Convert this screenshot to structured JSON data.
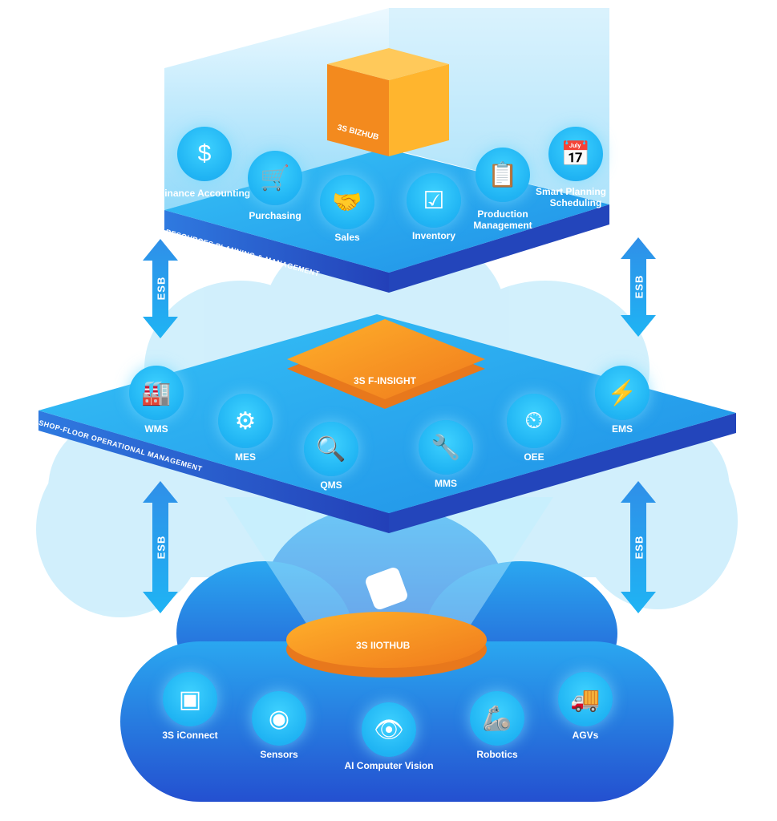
{
  "colors": {
    "accent_orange": "#f7a21b",
    "deep_blue": "#2459d6",
    "sky": "#25b6f4"
  },
  "top_layer": {
    "title": "RESOURCES PLANNING & MANAGEMENT",
    "hub": "3S BIZHUB",
    "items": [
      {
        "label": "Finance Accounting",
        "icon": "money-report-icon"
      },
      {
        "label": "Purchasing",
        "icon": "cart-icon"
      },
      {
        "label": "Sales",
        "icon": "handshake-icon"
      },
      {
        "label": "Inventory",
        "icon": "inventory-checklist-icon"
      },
      {
        "label": "Production Management",
        "icon": "clipboard-icon"
      },
      {
        "label": "Smart Planning & Scheduling",
        "icon": "calendar-gantt-icon"
      }
    ]
  },
  "middle_layer": {
    "title": "SHOP-FLOOR OPERATIONAL MANAGEMENT",
    "hub": "3S F-INSIGHT",
    "items": [
      {
        "label": "WMS",
        "icon": "warehouse-icon"
      },
      {
        "label": "MES",
        "icon": "factory-icon"
      },
      {
        "label": "QMS",
        "icon": "magnifier-check-icon"
      },
      {
        "label": "MMS",
        "icon": "gear-wrench-icon"
      },
      {
        "label": "OEE",
        "icon": "gauge-monitor-icon"
      },
      {
        "label": "EMS",
        "icon": "energy-icon"
      }
    ]
  },
  "bottom_layer": {
    "hub": "3S IIOTHUB",
    "items": [
      {
        "label": "3S iConnect",
        "icon": "chip-icon"
      },
      {
        "label": "Sensors",
        "icon": "sensor-icon"
      },
      {
        "label": "AI Computer Vision",
        "icon": "eye-monitor-icon"
      },
      {
        "label": "Robotics",
        "icon": "robot-arm-icon"
      },
      {
        "label": "AGVs",
        "icon": "agv-icon"
      }
    ]
  },
  "esb": {
    "label": "ESB"
  }
}
